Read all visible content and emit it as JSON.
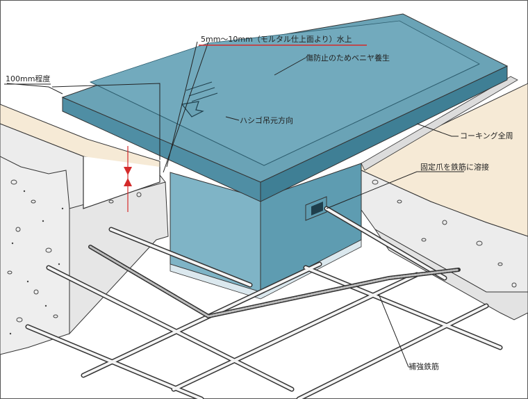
{
  "labels": {
    "clearance": "5mm～10mm（モルタル仕上面より）水上",
    "depth": "100mm程度",
    "protection": "傷防止のためベニヤ養生",
    "ladder_direction": "ハシゴ吊元方向",
    "caulking": "コーキング全周",
    "claw": "固定爪を鉄筋に溶接",
    "reinforcement": "補強鉄筋"
  },
  "colors": {
    "lid": "#6aa3b6",
    "lid_dark": "#3f7f95",
    "body": "#7fb4c6",
    "concrete": "#ececec",
    "mortar": "#f6ead6",
    "marker": "#d42a2a",
    "steel": "#f4f4f4"
  },
  "icons": {
    "ladder_arrow": "arrow-down-left-icon"
  }
}
